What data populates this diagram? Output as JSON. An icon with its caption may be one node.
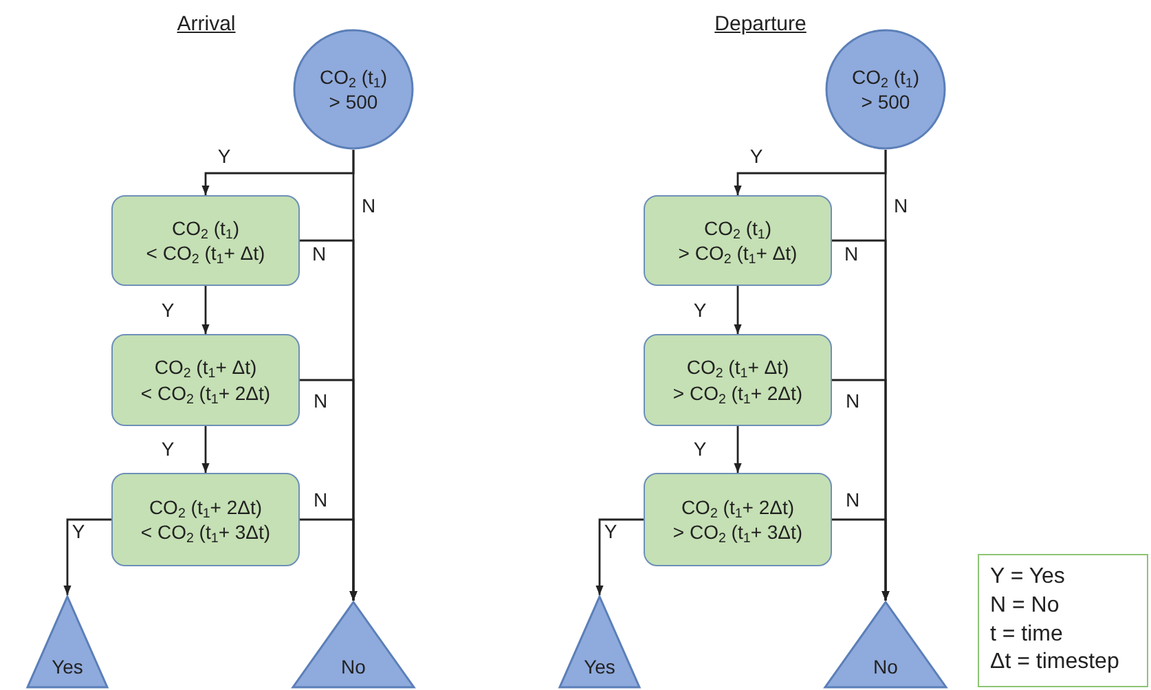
{
  "diagram": {
    "nodes": [
      {
        "text": [
          "CO$_{2}$ (t$_{1}$)",
          "> 500"
        ]
      },
      {
        "text": [
          "CO$_{2}$ (t$_{1}$)",
          "< CO$_{2}$ (t$_{1}$+ Δt)"
        ]
      },
      {
        "text": [
          "CO$_{2}$ (t$_{1}$+ Δt)",
          "< CO$_{2}$ (t$_{1}$+ 2Δt)"
        ]
      },
      {
        "text": [
          "CO$_{2}$ (t$_{1}$+ 2Δt)",
          "< CO$_{2}$ (t$_{1}$+ 3Δt)"
        ]
      },
      {
        "text": [
          "Yes"
        ]
      },
      {
        "text": [
          "No"
        ]
      },
      {
        "text": [
          "CO$_{2}$ (t$_{1}$)",
          "> 500"
        ]
      },
      {
        "text": [
          "CO$_{2}$ (t$_{1}$)",
          "> CO$_{2}$ (t$_{1}$+ Δt)"
        ]
      },
      {
        "text": [
          "CO$_{2}$ (t$_{1}$+ Δt)",
          "> CO$_{2}$ (t$_{1}$+ 2Δt)"
        ]
      },
      {
        "text": [
          "CO$_{2}$ (t$_{1}$+ 2Δt)",
          "> CO$_{2}$ (t$_{1}$+ 3Δt)"
        ]
      },
      {
        "text": [
          "Yes"
        ]
      },
      {
        "text": [
          "No"
        ]
      },
      {
        "text": [
          "Y = Yes",
          "N = No",
          "t = time",
          "Δt = timestep"
        ]
      }
    ],
    "edges": [
      {
        "from": 0,
        "to": 1,
        "arrow": "to",
        "label": "Y"
      },
      {
        "from": 0,
        "to": 5,
        "arrow": "to",
        "label": "N"
      },
      {
        "from": 1,
        "to": 2,
        "arrow": "to",
        "label": "Y"
      },
      {
        "from": 2,
        "to": 3,
        "arrow": "to",
        "label": "Y"
      },
      {
        "from": 3,
        "to": 4,
        "arrow": "to",
        "label": "Y"
      },
      {
        "from": 1,
        "to": 5,
        "arrow": "to",
        "label": "N"
      },
      {
        "from": 2,
        "to": 5,
        "arrow": "to",
        "label": "N"
      },
      {
        "from": 3,
        "to": 5,
        "arrow": "to",
        "label": "N"
      },
      {
        "from": 6,
        "to": 7,
        "arrow": "to",
        "label": "Y"
      },
      {
        "from": 6,
        "to": 11,
        "arrow": "to",
        "label": "N"
      },
      {
        "from": 7,
        "to": 8,
        "arrow": "to",
        "label": "Y"
      },
      {
        "from": 8,
        "to": 9,
        "arrow": "to",
        "label": "Y"
      },
      {
        "from": 9,
        "to": 10,
        "arrow": "to",
        "label": "Y"
      },
      {
        "from": 7,
        "to": 11,
        "arrow": "to",
        "label": "N"
      },
      {
        "from": 8,
        "to": 11,
        "arrow": "to",
        "label": "N"
      },
      {
        "from": 9,
        "to": 11,
        "arrow": "to",
        "label": "N"
      }
    ],
    "labels": [
      "Arrival",
      "Departure"
    ]
  }
}
